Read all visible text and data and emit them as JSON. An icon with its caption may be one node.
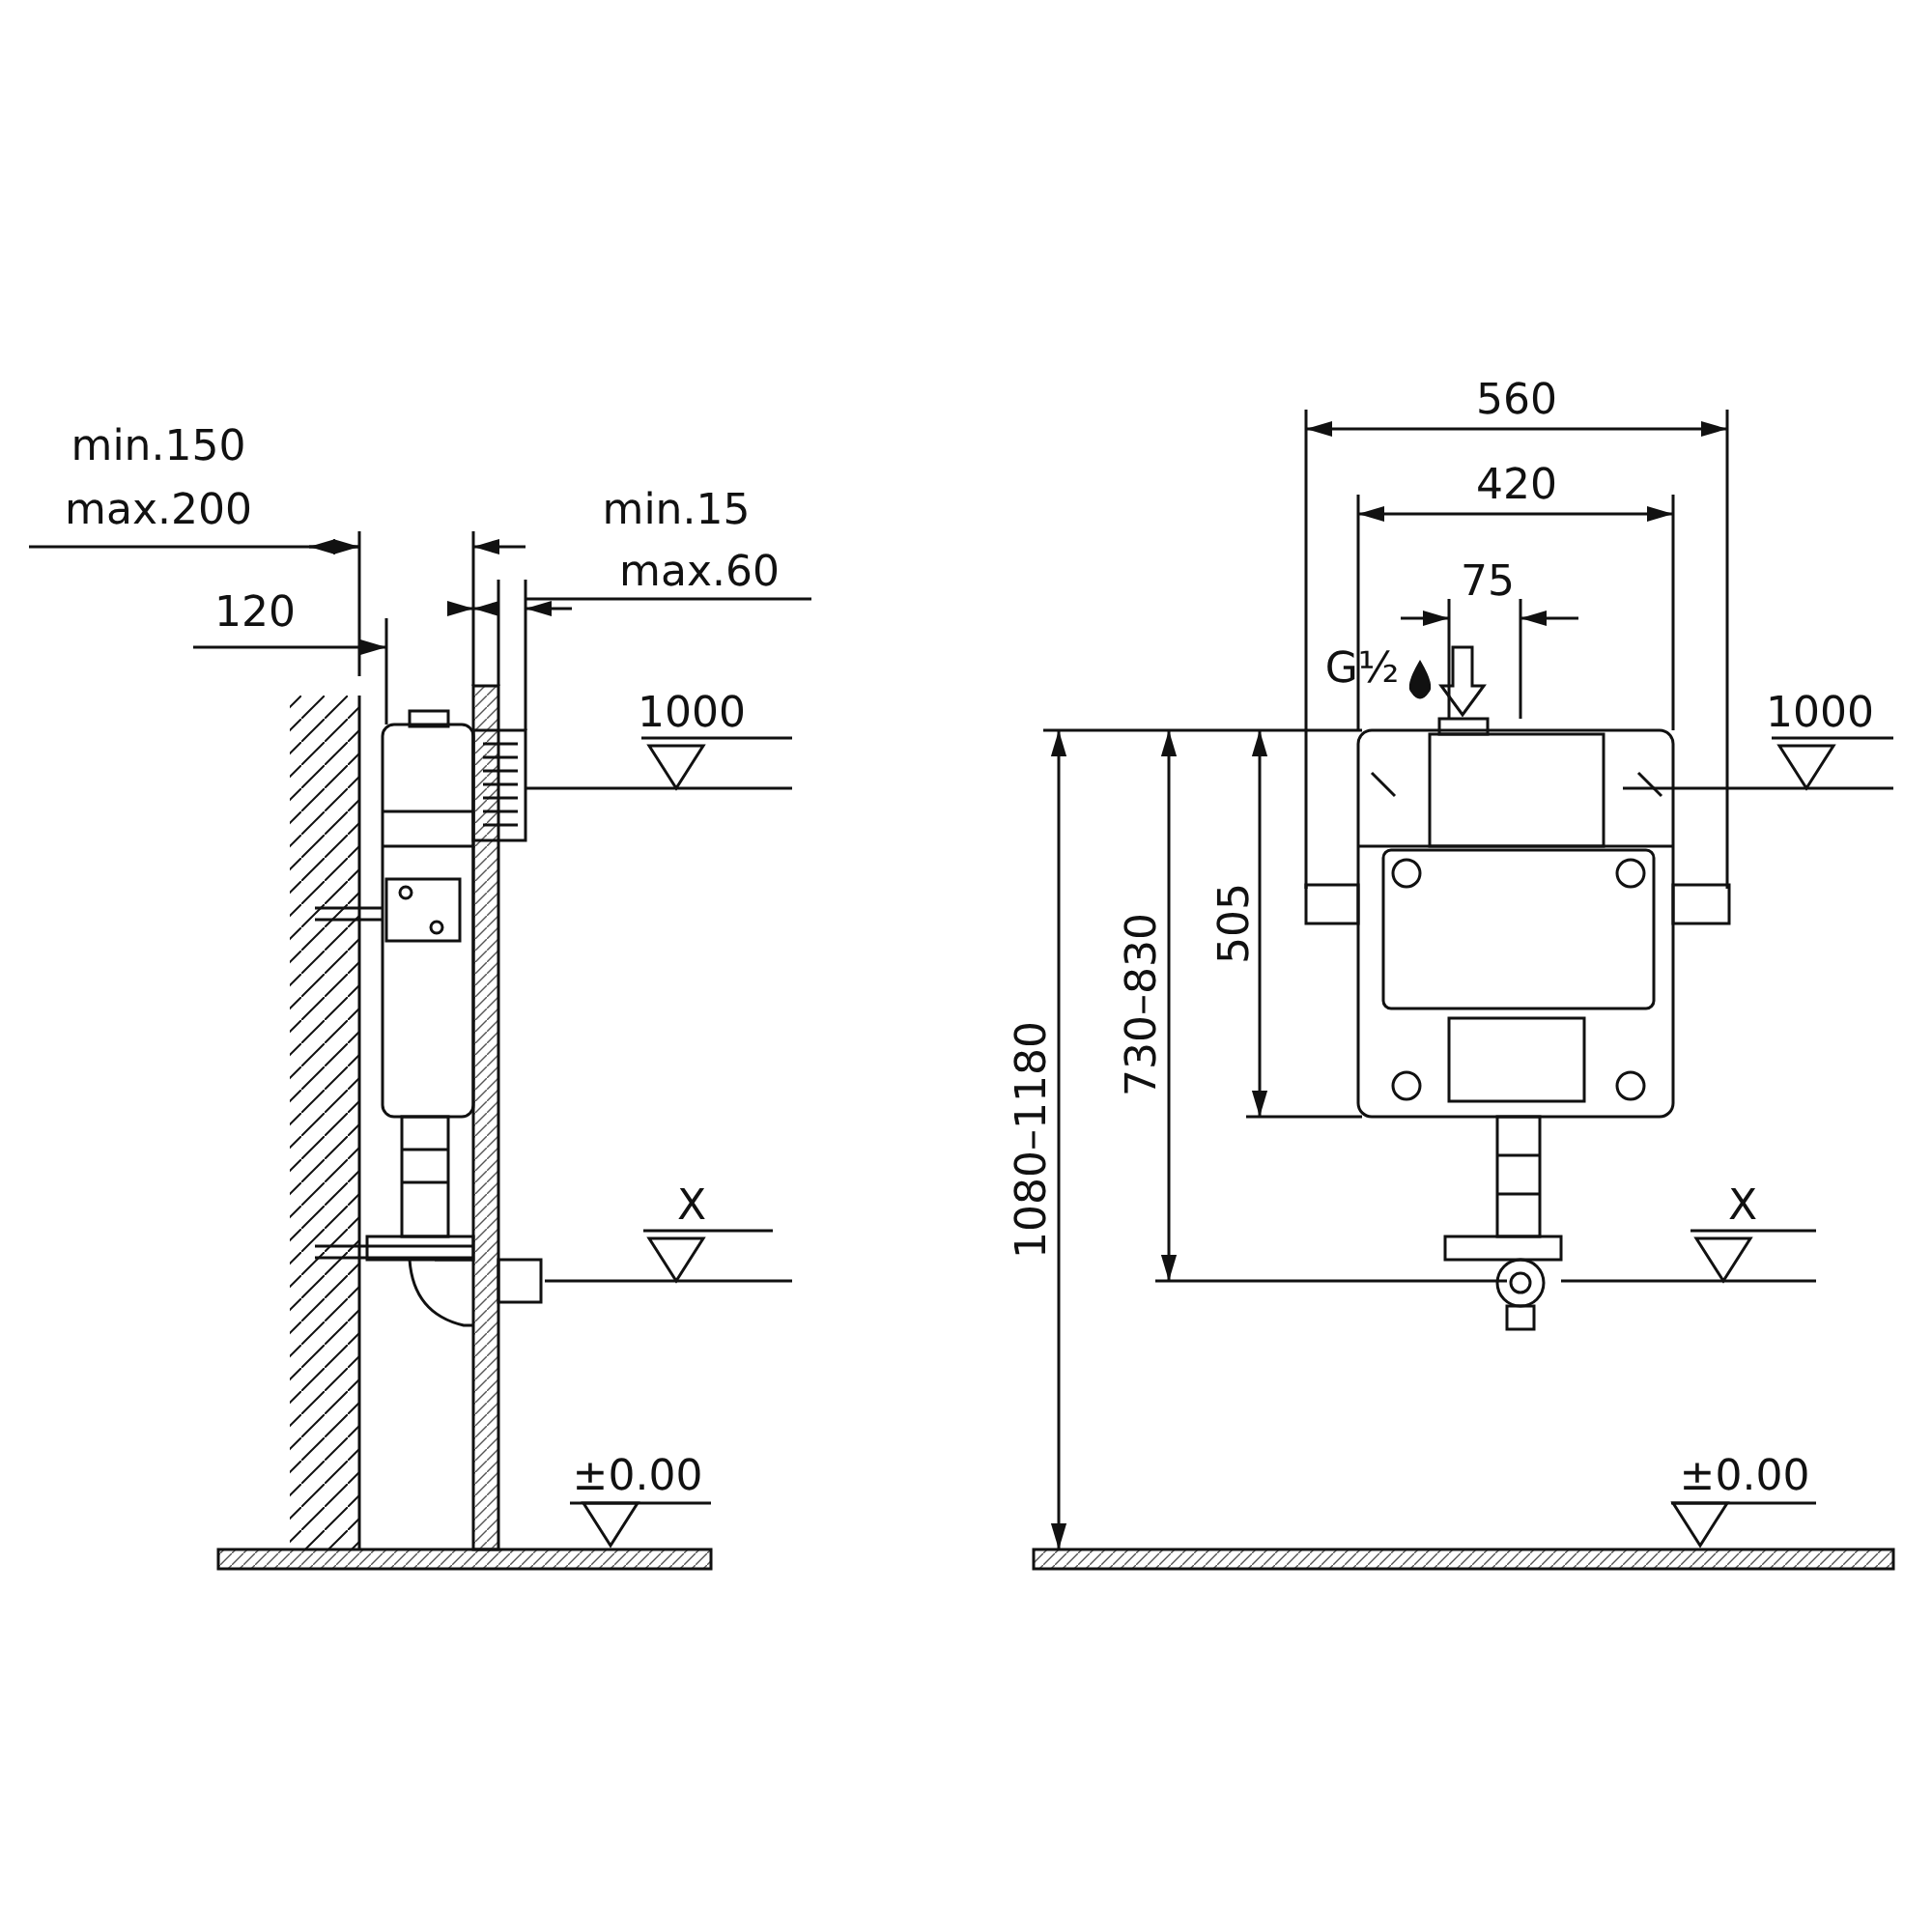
{
  "diagram": {
    "labels": [
      "560",
      "min.150",
      "420",
      "max.200",
      "min.15",
      "max.60",
      "75",
      "120",
      "G½",
      "1000",
      "1000",
      "1080–1180",
      "730–830",
      "505",
      "X",
      "X",
      "±0.00",
      "±0.00"
    ]
  }
}
